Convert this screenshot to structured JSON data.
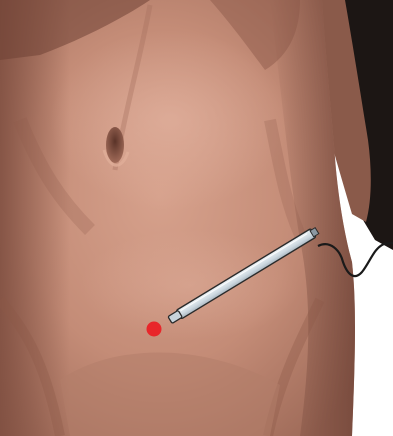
{
  "scene": {
    "subject": "anatomical-illustration",
    "colors": {
      "background": "#ffffff",
      "skin_base": "#c8927b",
      "skin_light": "#dca996",
      "skin_shadow": "#9b6656",
      "skin_dark": "#7a4c3e",
      "backdrop_dark": "#1c1614",
      "marker": "#e8262a",
      "instrument_body": "#d9e3ea",
      "instrument_outline": "#2b2b2b",
      "cable": "#1a1a1a"
    },
    "elements": [
      {
        "name": "torso",
        "kind": "human-abdomen-illustration"
      },
      {
        "name": "navel",
        "kind": "anatomy-detail"
      },
      {
        "name": "red-marker-dot",
        "kind": "point-marker"
      },
      {
        "name": "surgical-probe",
        "kind": "instrument"
      },
      {
        "name": "probe-cable",
        "kind": "cable"
      }
    ]
  }
}
